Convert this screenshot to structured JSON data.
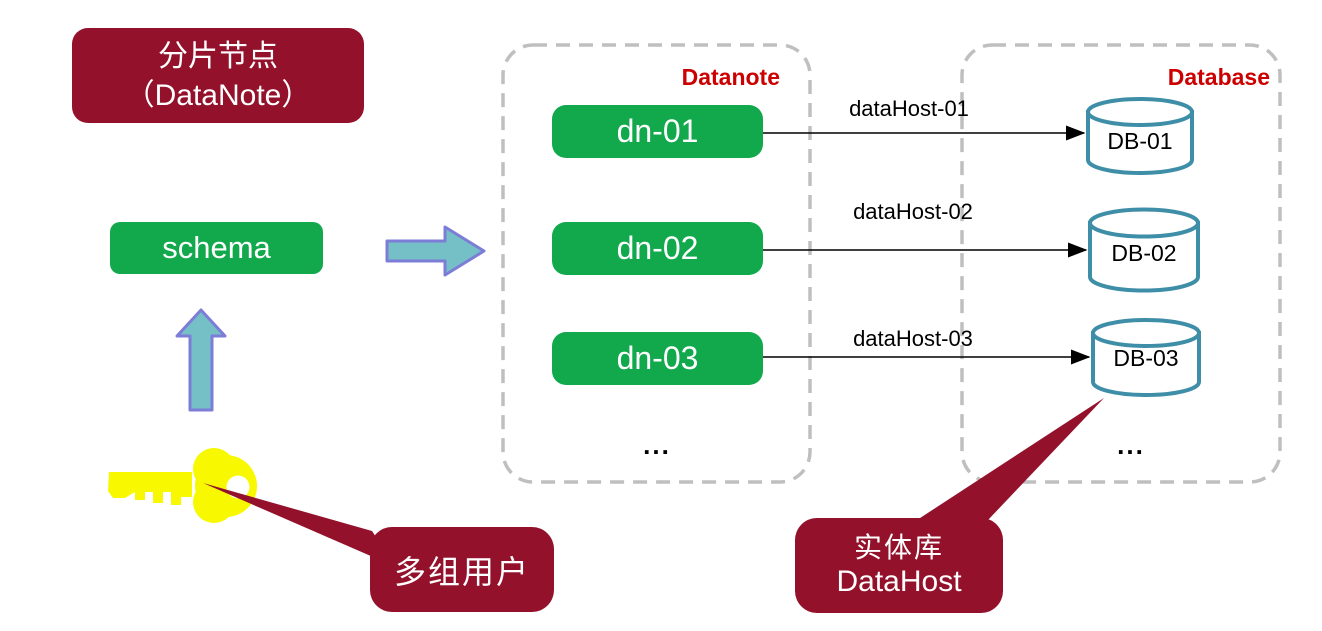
{
  "title": {
    "line1": "分片节点",
    "line2": "（DataNote）"
  },
  "schema": {
    "label": "schema"
  },
  "groups": {
    "datanote": {
      "label": "Datanote",
      "nodes": [
        "dn-01",
        "dn-02",
        "dn-03"
      ],
      "ellipsis": "..."
    },
    "database": {
      "label": "Database",
      "items": [
        "DB-01",
        "DB-02",
        "DB-03"
      ],
      "ellipsis": "..."
    }
  },
  "connections": {
    "labels": [
      "dataHost-01",
      "dataHost-02",
      "dataHost-03"
    ]
  },
  "callouts": {
    "users": {
      "text": "多组用户"
    },
    "datahost": {
      "line1": "实体库",
      "line2": "DataHost"
    }
  },
  "icons": {
    "key": "key-icon",
    "up_arrow": "up-block-arrow-icon",
    "right_arrow": "right-block-arrow-icon"
  },
  "colors": {
    "maroon": "#93112B",
    "green": "#12A94D",
    "block_arrow_fill": "#74C0C6",
    "block_arrow_border": "#7D7DD8",
    "cylinder_stroke": "#3F8EA8",
    "dashed_border": "#BFBFBF",
    "group_label_red": "#CC0000",
    "key_yellow": "#F8F800",
    "connector_black": "#000000"
  }
}
